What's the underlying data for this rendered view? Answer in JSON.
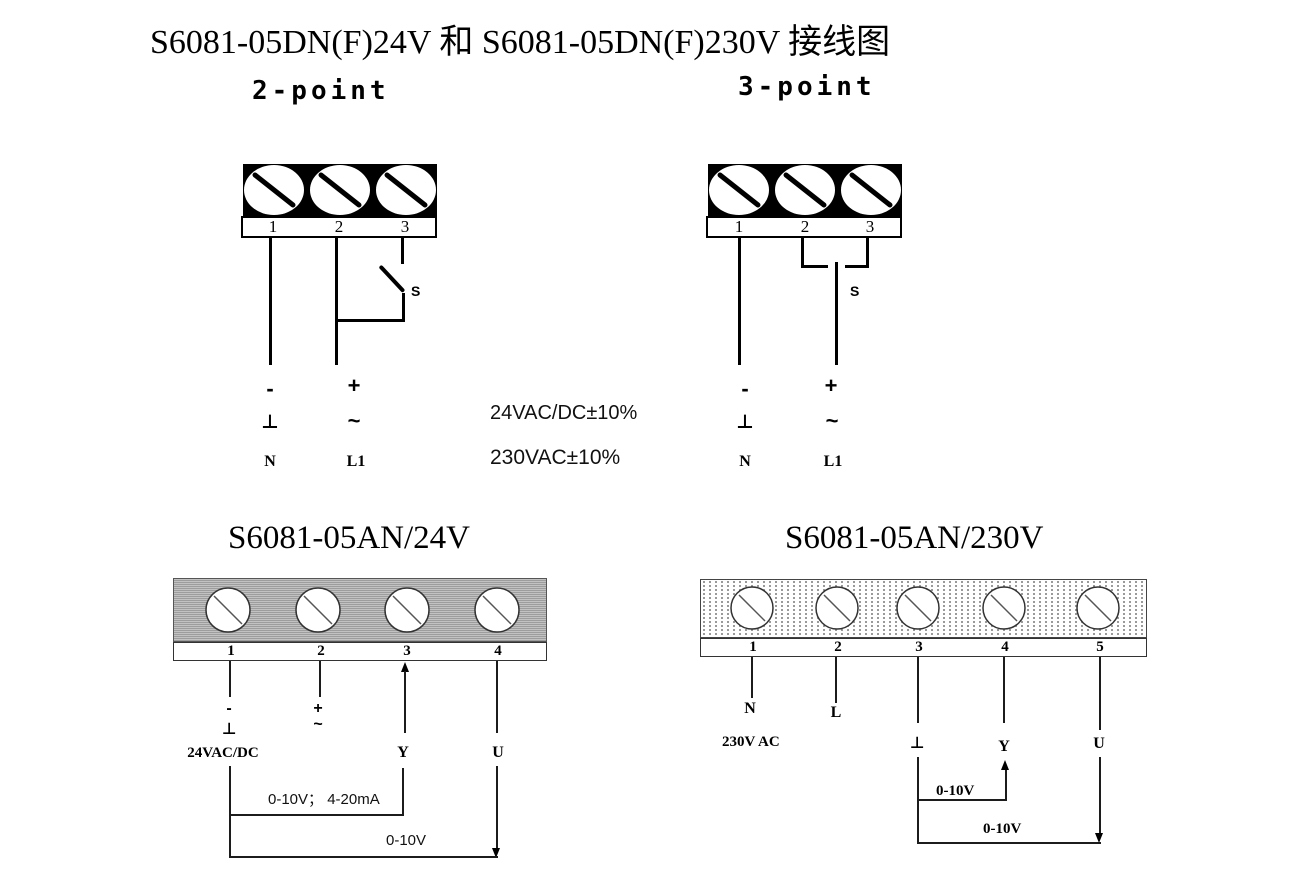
{
  "page": {
    "title": "S6081-05DN(F)24V 和 S6081-05DN(F)230V 接线图"
  },
  "supply": {
    "line1": "24VAC/DC±10%",
    "line2": "230VAC±10%"
  },
  "symbols": {
    "minus": "-",
    "plus": "+",
    "ground": "⊥",
    "ac": "~"
  },
  "two_point": {
    "label": "2-point",
    "terminals": [
      "1",
      "2",
      "3"
    ],
    "switch_label": "S",
    "neutral": "N",
    "line": "L1"
  },
  "three_point": {
    "label": "3-point",
    "terminals": [
      "1",
      "2",
      "3"
    ],
    "switch_label": "S",
    "neutral": "N",
    "line": "L1"
  },
  "an24": {
    "title": "S6081-05AN/24V",
    "terminals": [
      "1",
      "2",
      "3",
      "4"
    ],
    "supply_label": "24VAC/DC",
    "y_label": "Y",
    "u_label": "U",
    "signal_y": "0-10V； 4-20mA",
    "signal_u": "0-10V"
  },
  "an230": {
    "title": "S6081-05AN/230V",
    "terminals": [
      "1",
      "2",
      "3",
      "4",
      "5"
    ],
    "neutral": "N",
    "line": "L",
    "supply_label": "230V AC",
    "y_label": "Y",
    "u_label": "U",
    "signal_y": "0-10V",
    "signal_u": "0-10V"
  }
}
